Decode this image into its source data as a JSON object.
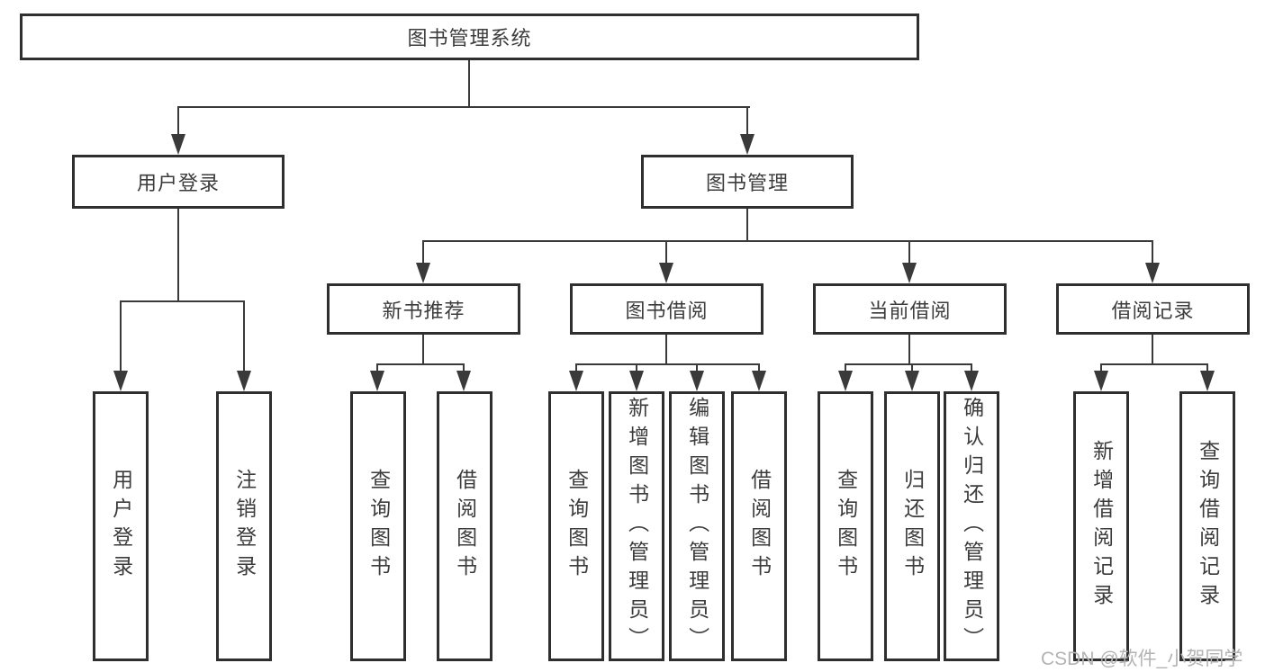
{
  "diagram": {
    "root": {
      "label": "图书管理系统"
    },
    "level2": [
      {
        "label": "用户登录",
        "parent": "图书管理系统"
      },
      {
        "label": "图书管理",
        "parent": "图书管理系统"
      }
    ],
    "level3": [
      {
        "label": "新书推荐",
        "parent": "图书管理"
      },
      {
        "label": "图书借阅",
        "parent": "图书管理"
      },
      {
        "label": "当前借阅",
        "parent": "图书管理"
      },
      {
        "label": "借阅记录",
        "parent": "图书管理"
      }
    ],
    "leaves": [
      {
        "label": "用户登录",
        "parent": "用户登录"
      },
      {
        "label": "注销登录",
        "parent": "用户登录"
      },
      {
        "label": "查询图书",
        "parent": "新书推荐"
      },
      {
        "label": "借阅图书",
        "parent": "新书推荐"
      },
      {
        "label": "查询图书",
        "parent": "图书借阅"
      },
      {
        "label": "新增图书（管理员）",
        "parent": "图书借阅"
      },
      {
        "label": "编辑图书（管理员）",
        "parent": "图书借阅"
      },
      {
        "label": "借阅图书",
        "parent": "图书借阅"
      },
      {
        "label": "查询图书",
        "parent": "当前借阅"
      },
      {
        "label": "归还图书",
        "parent": "当前借阅"
      },
      {
        "label": "确认归还（管理员）",
        "parent": "当前借阅"
      },
      {
        "label": "新增借阅记录",
        "parent": "借阅记录"
      },
      {
        "label": "查询借阅记录",
        "parent": "借阅记录"
      }
    ]
  },
  "watermark": {
    "text": "CSDN @软件_小贺同学"
  },
  "colors": {
    "line": "#3a3a3a",
    "box-border": "#2f2f2f",
    "text": "#3c3c3c",
    "watermark": "#b3b3b3",
    "background": "#ffffff"
  }
}
